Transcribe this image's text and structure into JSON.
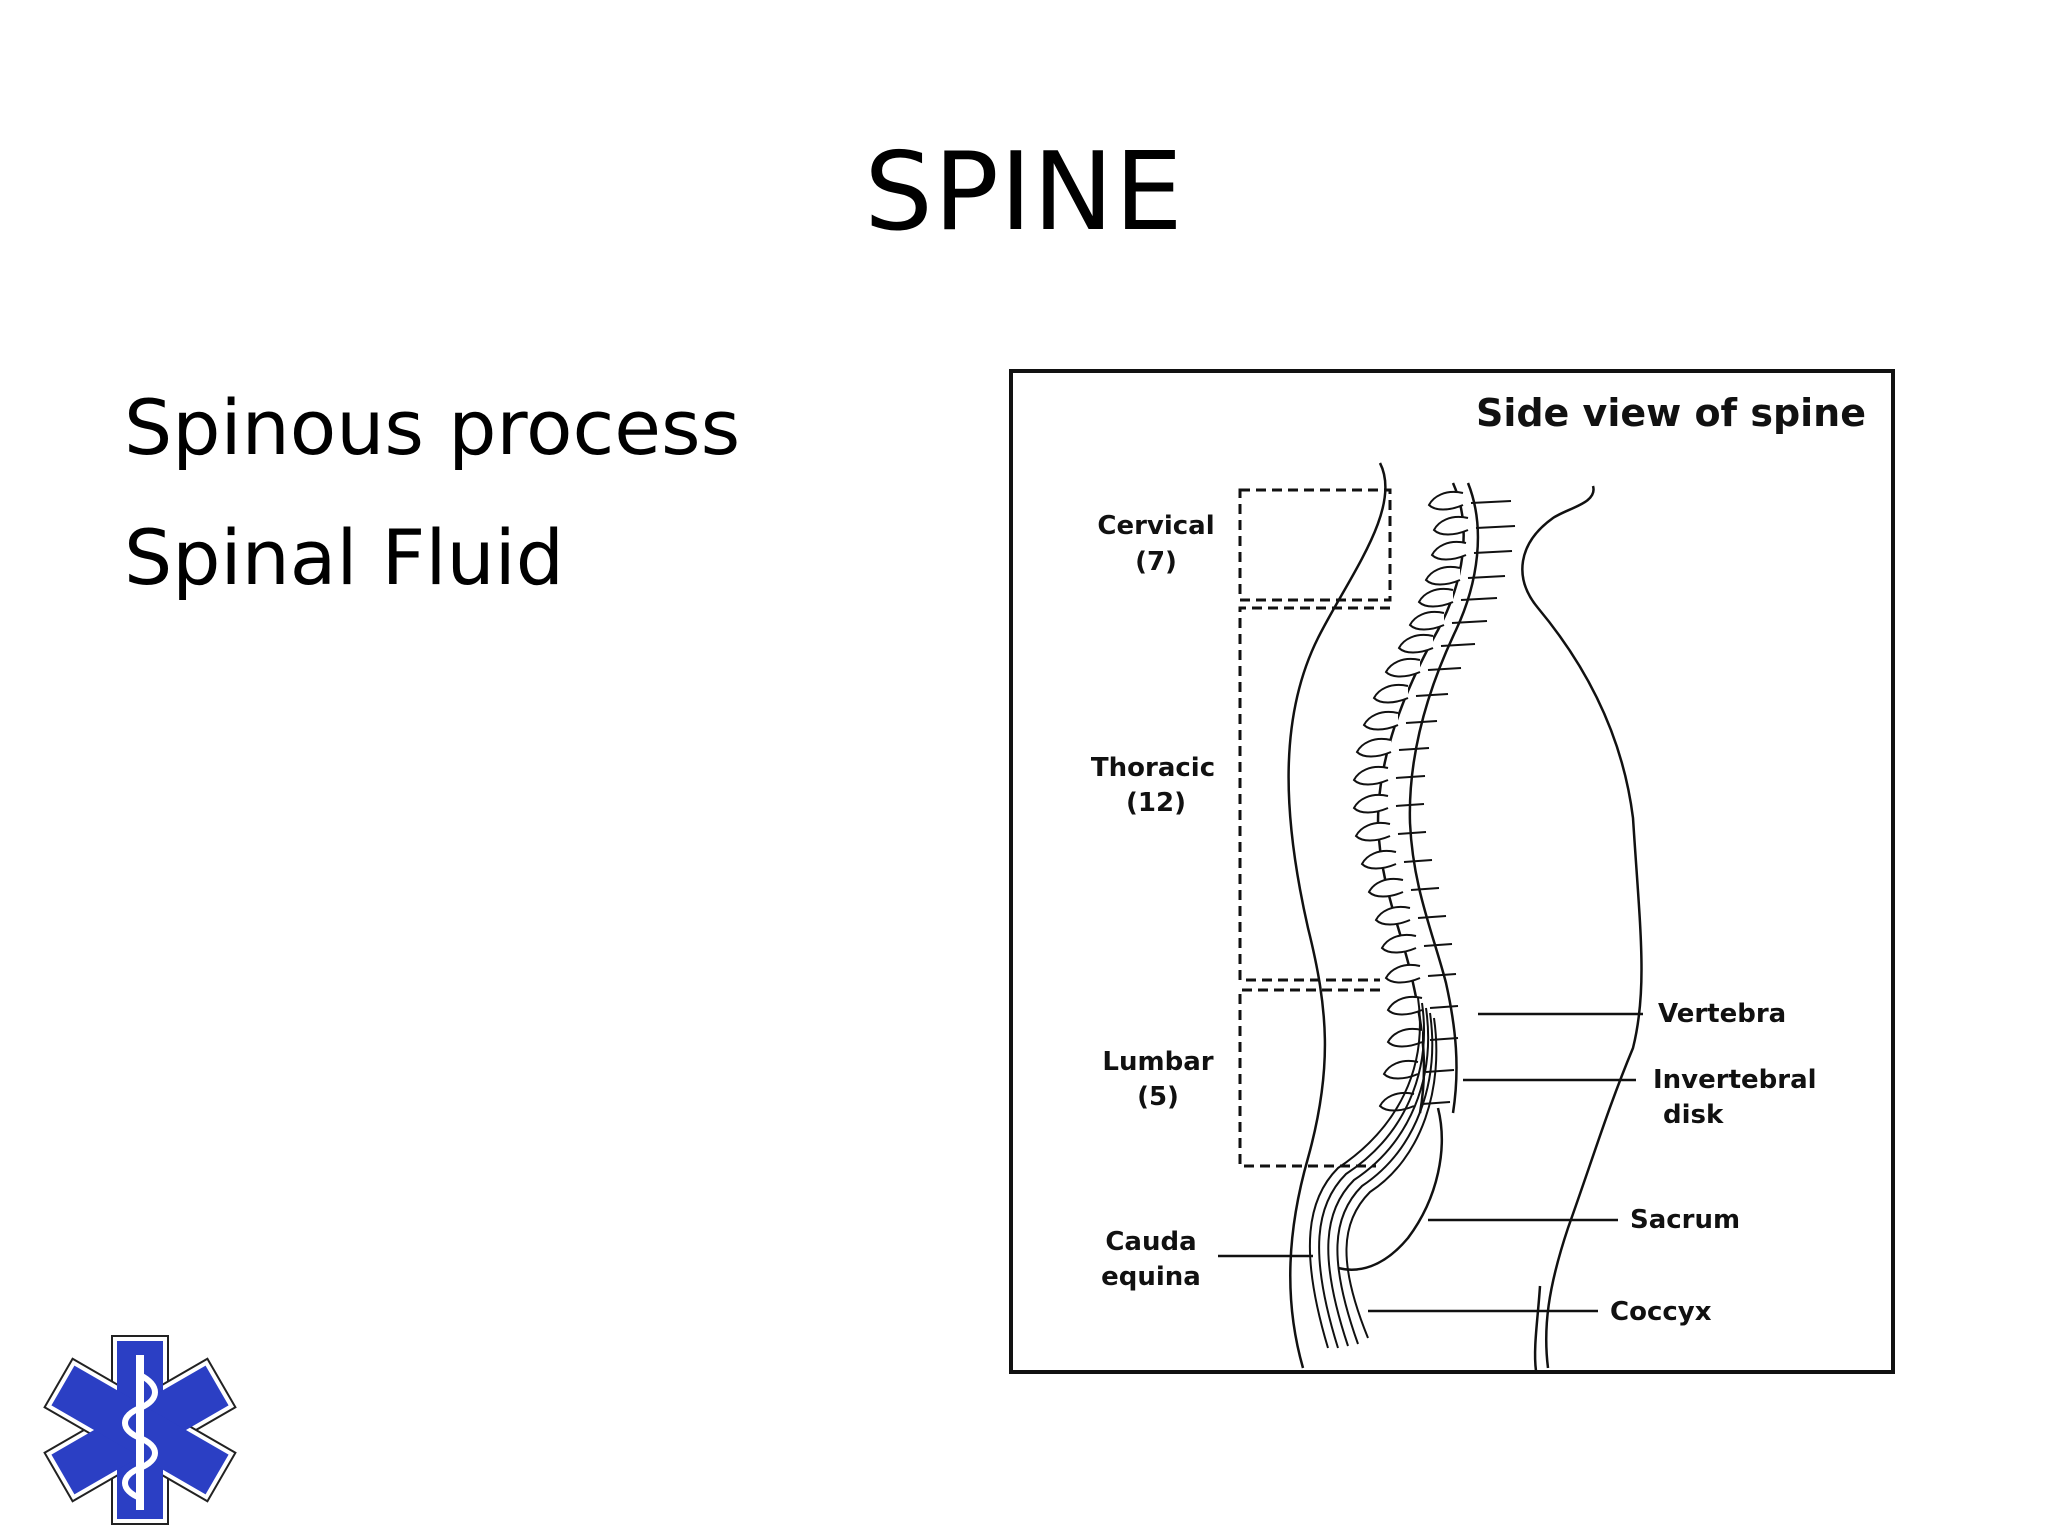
{
  "slide": {
    "title": "SPINE",
    "bullets": [
      "Spinous process",
      "Spinal Fluid"
    ]
  },
  "figure": {
    "heading": "Side view of spine",
    "regions": [
      {
        "name": "Cervical",
        "count": "(7)"
      },
      {
        "name": "Thoracic",
        "count": "(12)"
      },
      {
        "name": "Lumbar",
        "count": "(5)"
      }
    ],
    "cauda_line1": "Cauda",
    "cauda_line2": "equina",
    "labels": {
      "vertebra": "Vertebra",
      "disk_line1": "Invertebral",
      "disk_line2": "disk",
      "sacrum": "Sacrum",
      "coccyx": "Coccyx"
    }
  },
  "logo": {
    "icon": "star-of-life-icon",
    "color": "#2b3fc4"
  }
}
